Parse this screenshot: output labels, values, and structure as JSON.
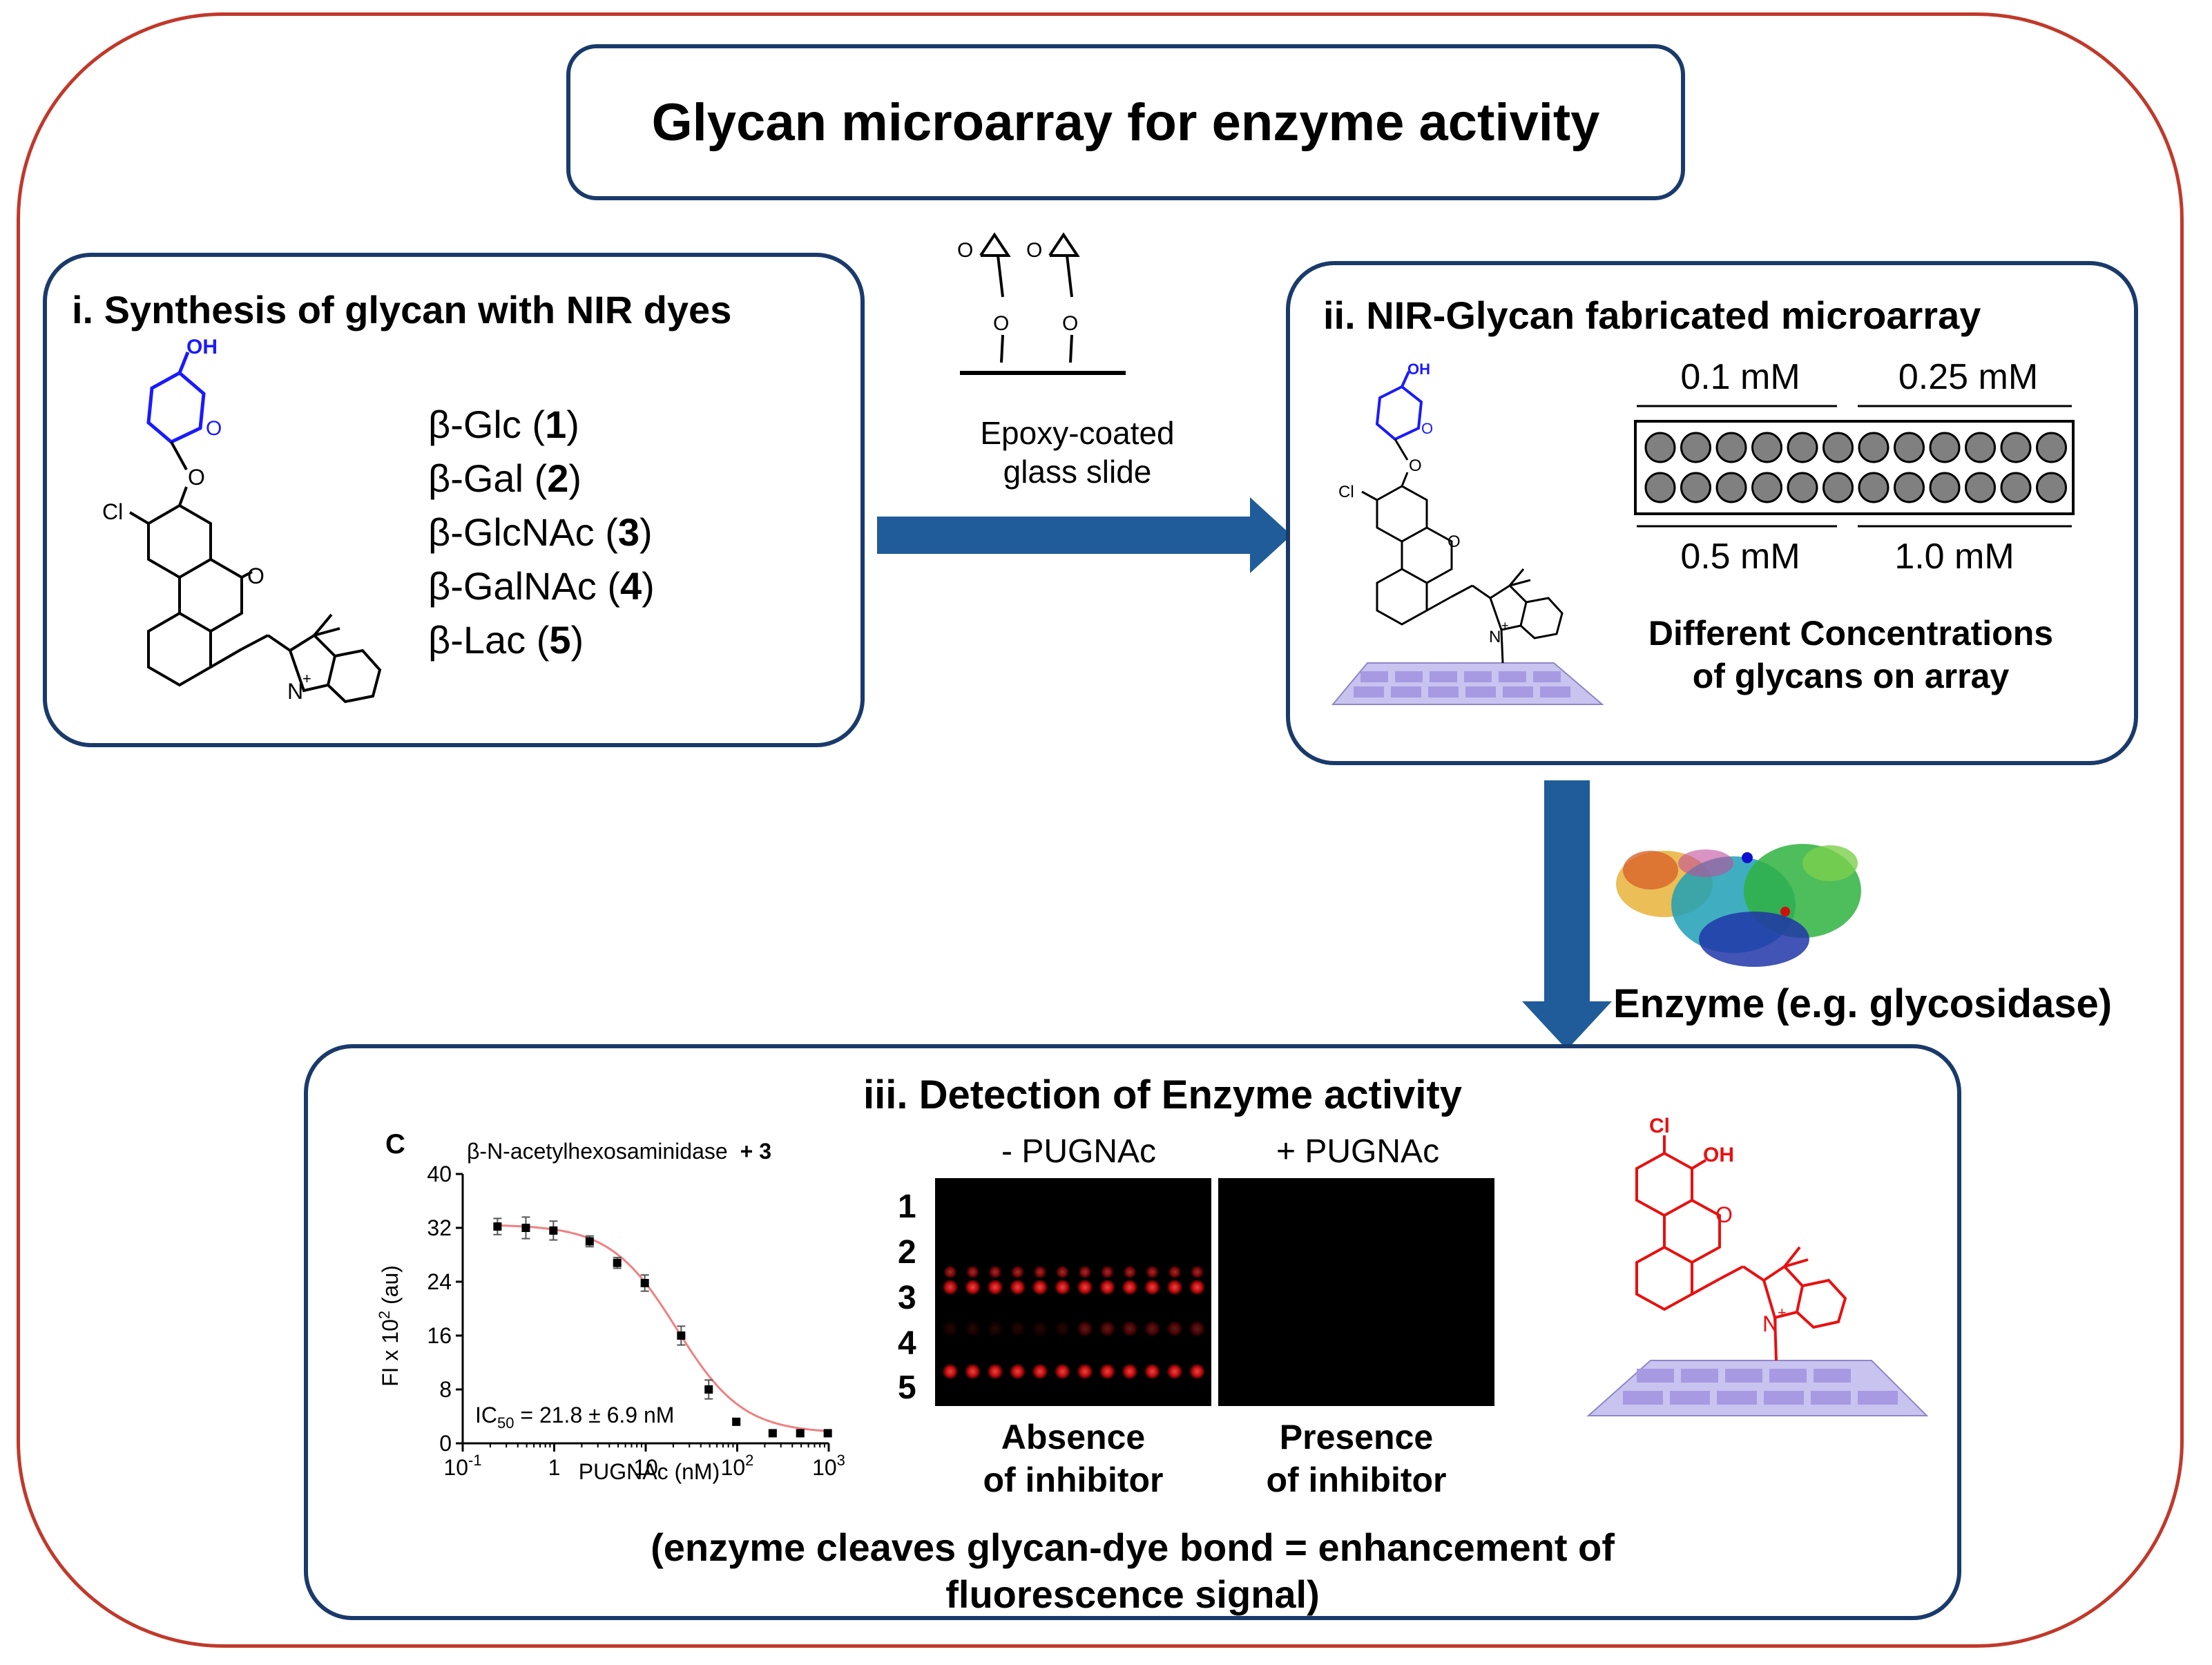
{
  "title": "Glycan microarray for enzyme activity",
  "panel1": {
    "heading": "i. Synthesis of glycan with NIR dyes",
    "glycans": [
      {
        "prefix": "β-Glc (",
        "num": "1",
        "suffix": ")"
      },
      {
        "prefix": "β-Gal (",
        "num": "2",
        "suffix": ")"
      },
      {
        "prefix": "β-GlcNAc (",
        "num": "3",
        "suffix": ")"
      },
      {
        "prefix": "β-GalNAc (",
        "num": "4",
        "suffix": ")"
      },
      {
        "prefix": "β-Lac (",
        "num": "5",
        "suffix": ")"
      }
    ],
    "atoms": {
      "oh": "OH",
      "o_ring": "O",
      "cl": "Cl",
      "o_link": "O",
      "o_xanthene": "O",
      "n_plus": "N",
      "plus": "+"
    }
  },
  "slide": {
    "label_line1": "Epoxy-coated",
    "label_line2": "glass slide",
    "atoms": {
      "o1": "O",
      "o2": "O",
      "o3": "O",
      "o4": "O"
    }
  },
  "panel2": {
    "heading": "ii. NIR-Glycan fabricated microarray",
    "conc_top_left": "0.1 mM",
    "conc_top_right": "0.25 mM",
    "conc_bottom_left": "0.5 mM",
    "conc_bottom_right": "1.0 mM",
    "caption_line1": "Different Concentrations",
    "caption_line2": "of glycans on array",
    "atoms": {
      "oh": "OH",
      "o_ring": "O",
      "cl": "Cl",
      "o_link": "O",
      "o_xanthene": "O",
      "n_plus": "N",
      "plus": "+"
    }
  },
  "enzyme_label": "Enzyme (e.g. glycosidase)",
  "panel3": {
    "heading": "iii. Detection of Enzyme activity",
    "chart_panel_letter": "C",
    "minus_label": "- PUGNAc",
    "plus_label": "+ PUGNAc",
    "row_labels": [
      "1",
      "2",
      "3",
      "4",
      "5"
    ],
    "absence_line1": "Absence",
    "absence_line2": "of inhibitor",
    "presence_line1": "Presence",
    "presence_line2": "of inhibitor",
    "bottom_line1": "(enzyme cleaves glycan-dye bond = enhancement of",
    "bottom_line2": "fluorescence signal)",
    "atoms": {
      "cl": "Cl",
      "oh": "OH",
      "o_xanthene": "O",
      "n_plus": "N",
      "plus": "+"
    }
  },
  "colors": {
    "frame": "#c0392b",
    "panel_border": "#1a3a6b",
    "arrow": "#1f5c99",
    "glycan_blue": "#1a1aff",
    "dye_red": "#e81010",
    "fit_curve": "#f08080",
    "spot_gray": "#808080",
    "slide_purple": "#b9a7e0"
  },
  "chart_data": {
    "type": "scatter",
    "title": "β-N-acetylhexosaminidase + 3",
    "title_main": "β-N-acetylhexosaminidase",
    "title_suffix": "+ 3",
    "xlabel": "PUGNAc (nM)",
    "ylabel": "FI x 10² (au)",
    "ylabel_prefix": "FI x 10",
    "ylabel_sup": "2",
    "ylabel_suffix": " (au)",
    "x_scale": "log",
    "xlim": [
      0.1,
      1000
    ],
    "ylim": [
      0,
      40
    ],
    "x_ticks": [
      {
        "base": "10",
        "exp": "-1"
      },
      {
        "base": "1",
        "exp": ""
      },
      {
        "base": "10",
        "exp": ""
      },
      {
        "base": "10",
        "exp": "2"
      },
      {
        "base": "10",
        "exp": "3"
      }
    ],
    "y_ticks": [
      "0",
      "8",
      "16",
      "24",
      "32",
      "40"
    ],
    "x": [
      0.24,
      0.49,
      0.98,
      2.44,
      4.88,
      9.77,
      24.4,
      48.8,
      97.7,
      244,
      488,
      977
    ],
    "y": [
      32.2,
      32.0,
      31.6,
      30.0,
      26.8,
      23.8,
      16.0,
      8.0,
      3.2,
      1.5,
      1.5,
      1.5
    ],
    "err": [
      1.2,
      1.6,
      1.4,
      0.8,
      0.8,
      1.2,
      1.4,
      1.4,
      0.4,
      0.3,
      0.3,
      0.3
    ],
    "fit": {
      "top": 32.5,
      "bottom": 1.5,
      "ic50": 21.8,
      "hill": 1.2
    },
    "annotation": {
      "prefix": "IC",
      "sub": "50",
      "suffix": " = 21.8 ± 6.9 nM"
    },
    "grid": false
  },
  "fluorescence": {
    "minus_rows": [
      {
        "label": "1",
        "level": 0.0
      },
      {
        "label": "2",
        "level": 0.0
      },
      {
        "label": "3",
        "level": 0.85
      },
      {
        "label": "4",
        "level": 0.35
      },
      {
        "label": "5",
        "level": 0.9
      }
    ],
    "plus_rows": [
      0,
      0,
      0,
      0,
      0
    ]
  }
}
